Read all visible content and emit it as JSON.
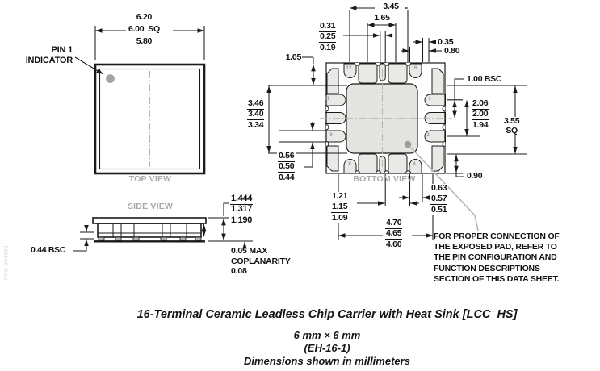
{
  "doc_number": "PKG-004903",
  "top_view": {
    "label": "TOP VIEW",
    "pin1_line1": "PIN 1",
    "pin1_line2": "INDICATOR",
    "dim_body": {
      "max": "6.20",
      "nom": "6.00",
      "suffix": "SQ",
      "min": "5.80"
    }
  },
  "side_view": {
    "label": "SIDE VIEW",
    "dim_height": {
      "max": "1.444",
      "nom": "1.317",
      "min": "1.190"
    },
    "dim_lead_pitch": "0.44 BSC",
    "coplanarity_line1": "0.05 MAX",
    "coplanarity_line2": "COPLANARITY",
    "coplanarity_line3": "0.08"
  },
  "bottom_view": {
    "label": "BOTTOM VIEW",
    "pins": {
      "p12": "12",
      "p16": "16",
      "p11": "11",
      "p1": "1",
      "p9": "9",
      "p3": "3",
      "p8": "8",
      "p4": "4"
    },
    "dim_heatsink_span": "3.45",
    "dim_tab_span": "1.65",
    "dim_lead_width": {
      "max": "0.31",
      "nom": "0.25",
      "min": "0.19"
    },
    "dim_corner_gap": "0.35",
    "dim_corner_pad": "0.80",
    "dim_pad_offset": "1.05",
    "dim_epad_height": {
      "max": "3.46",
      "nom": "3.40",
      "min": "3.34"
    },
    "dim_lead_length": {
      "max": "0.56",
      "nom": "0.50",
      "min": "0.44"
    },
    "dim_pitch": "1.00 BSC",
    "dim_lead_span": {
      "max": "2.06",
      "nom": "2.00",
      "min": "1.94"
    },
    "dim_bsc_square": "3.55",
    "dim_bsc_square_suffix": "SQ",
    "dim_corner_height": "0.90",
    "dim_corner_width": {
      "max": "0.63",
      "nom": "0.57",
      "min": "0.51"
    },
    "dim_slot_gap": {
      "max": "1.21",
      "nom": "1.15",
      "min": "1.09"
    },
    "dim_outer_span": {
      "max": "4.70",
      "nom": "4.65",
      "min": "4.60"
    }
  },
  "note": {
    "line1": "FOR PROPER CONNECTION OF",
    "line2": "THE EXPOSED PAD, REFER TO",
    "line3": "THE PIN CONFIGURATION AND",
    "line4": "FUNCTION DESCRIPTIONS",
    "line5": "SECTION OF THIS DATA SHEET."
  },
  "caption": {
    "title": "16-Terminal Ceramic Leadless Chip Carrier with Heat Sink [LCC_HS]",
    "size": "6 mm × 6 mm",
    "code": "(EH-16-1)",
    "units": "Dimensions shown in millimeters"
  },
  "colors": {
    "line": "#1a1a1a",
    "gray_label": "#a6aaad",
    "pad_fill": "#e9e9e6",
    "dot": "#a3a3a3",
    "leader": "#b3b3b3"
  }
}
